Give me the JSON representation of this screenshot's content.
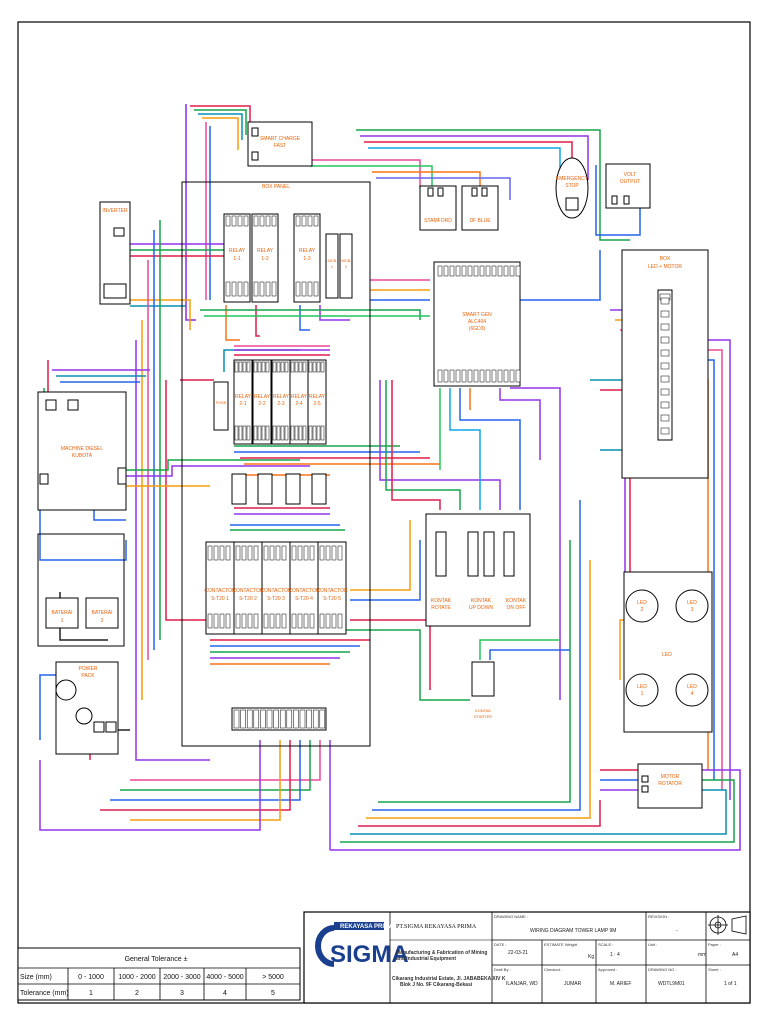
{
  "labels": {
    "smart_charge": [
      "SMART CHARGE",
      "FAST"
    ],
    "box_panel": "BOX PANEL",
    "inverter": "INVERTER",
    "relay_1_1": [
      "RELAY",
      "1-1"
    ],
    "relay_1_2": [
      "RELAY",
      "1-2"
    ],
    "relay_1_3": [
      "RELAY",
      "1-3"
    ],
    "mcb_1": [
      "MCB",
      "1"
    ],
    "mcb_2": [
      "MCB",
      "2"
    ],
    "stamford": "STAMFORD",
    "dfblue": "DF BLUE",
    "emergency_stop": [
      "EMERGENCY",
      "STOP"
    ],
    "volt_output": [
      "VOLT",
      "OUTPUT"
    ],
    "smart_gen": [
      "SMART GEN",
      "ALC404",
      "(6GD3)"
    ],
    "box_led_motor": [
      "BOX",
      "LED + MOTOR"
    ],
    "machine_diesel": [
      "MACHINE DIESEL",
      "KUBOTA"
    ],
    "fuse": "FUSE",
    "relay_2_1": [
      "RELAY",
      "2-1"
    ],
    "relay_2_2": [
      "RELAY",
      "2-2"
    ],
    "relay_2_3": [
      "RELAY",
      "2-3"
    ],
    "relay_2_4": [
      "RELAY",
      "2-4"
    ],
    "relay_2_5": [
      "RELAY",
      "2-5"
    ],
    "contactor_1": [
      "CONTACTOR",
      "S-T20 1"
    ],
    "contactor_2": [
      "CONTACTOR",
      "S-T20 2"
    ],
    "contactor_3": [
      "CONTACTOR",
      "S-T20 3"
    ],
    "contactor_4": [
      "CONTACTOR",
      "S-T20 4"
    ],
    "contactor_5": [
      "CONTACTOR",
      "S-T20 5"
    ],
    "baterai_1": [
      "BATERAI",
      "1"
    ],
    "baterai_2": [
      "BATERAI",
      "2"
    ],
    "power_pack": [
      "POWER",
      "PACK"
    ],
    "kontak_rotate": [
      "KONTAK",
      "ROTATE"
    ],
    "kontak_up_down": [
      "KONTAK",
      "UP DOWN"
    ],
    "kontak_on_off": [
      "KONTAK",
      "ON OFF"
    ],
    "kontak_starter": [
      "KONTAK",
      "STARTER"
    ],
    "led": "LED",
    "led_1": [
      "LED",
      "1"
    ],
    "led_2": [
      "LED",
      "2"
    ],
    "led_3": [
      "LED",
      "3"
    ],
    "led_4": [
      "LED",
      "4"
    ],
    "motor_rotator": [
      "MOTOR",
      "ROTATOR"
    ]
  },
  "tolerance": {
    "title": "General Tolerance ±",
    "size_label": "Size (mm)",
    "tol_label": "Tolerance (mm)",
    "sizes": [
      "0 - 1000",
      "1000 - 2000",
      "2000 - 3000",
      "4000 - 5000",
      "> 5000"
    ],
    "tols": [
      "1",
      "2",
      "3",
      "4",
      "5"
    ]
  },
  "title_block": {
    "logo_top": "REKAYASA PRIMA",
    "logo_main": "SIGMA",
    "company": "PT.SIGMA REKAYASA PRIMA",
    "tagline_1": "Manufacturing & Fabrication of Mining",
    "tagline_2": "and Industrial Equipment",
    "address_1": "Cikarang Industrial Estate, Jl. JABABEKA XIV K",
    "address_2": "Blok J No. 9F Cikarang-Bekasi",
    "drawing_name_label": "DRAWING NAME :",
    "drawing_name": "WIRING DIAGRAM TOWER LAMP 9M",
    "revision_label": "REVISION :",
    "revision_value": "-",
    "date_label": "DATE :",
    "date_value": "22-03-21",
    "weight_label": "ESTIMATE Weight",
    "weight_unit": "Kg",
    "scale_label": "SCALE :",
    "scale_value": "1 : 4",
    "unit_label": "Unit :",
    "unit_value": "mm",
    "paper_label": "Paper :",
    "paper_value": "A4",
    "draft_label": "Draft By :",
    "draft_value": "ILANJAR, WD",
    "checked_label": "Checked :",
    "checked_value": "JUMAR",
    "approved_label": "Approved :",
    "approved_value": "M. ARIEF",
    "drawing_no_label": "DRAWING NO :",
    "drawing_no_value": "WDTL9M01",
    "sheet_label": "Sheet :",
    "sheet_value": "1 of 1"
  },
  "colors": {
    "label": "#e8630a",
    "frame": "#000000",
    "logo": "#1a3f8f"
  }
}
